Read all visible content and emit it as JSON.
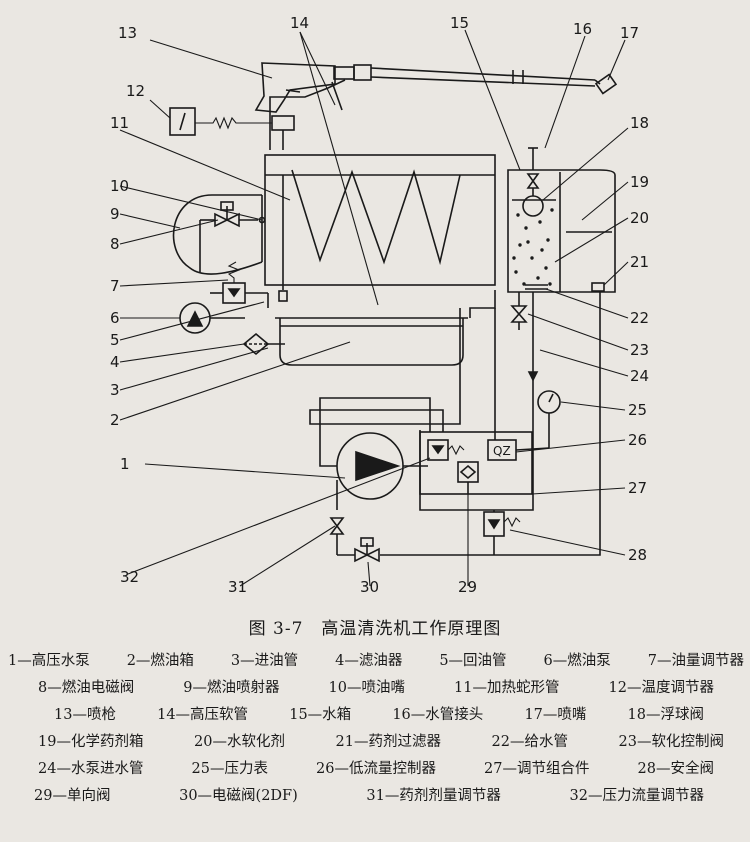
{
  "figure": {
    "number": "图 3-7",
    "title": "高温清洗机工作原理图"
  },
  "valve_labels": {
    "qz": "QZ"
  },
  "callouts": [
    {
      "id": "1"
    },
    {
      "id": "2"
    },
    {
      "id": "3"
    },
    {
      "id": "4"
    },
    {
      "id": "5"
    },
    {
      "id": "6"
    },
    {
      "id": "7"
    },
    {
      "id": "8"
    },
    {
      "id": "9"
    },
    {
      "id": "10"
    },
    {
      "id": "11"
    },
    {
      "id": "12"
    },
    {
      "id": "13"
    },
    {
      "id": "14"
    },
    {
      "id": "15"
    },
    {
      "id": "16"
    },
    {
      "id": "17"
    },
    {
      "id": "18"
    },
    {
      "id": "19"
    },
    {
      "id": "20"
    },
    {
      "id": "21"
    },
    {
      "id": "22"
    },
    {
      "id": "23"
    },
    {
      "id": "24"
    },
    {
      "id": "25"
    },
    {
      "id": "26"
    },
    {
      "id": "27"
    },
    {
      "id": "28"
    },
    {
      "id": "29"
    },
    {
      "id": "30"
    },
    {
      "id": "31"
    },
    {
      "id": "32"
    }
  ],
  "legend": [
    [
      "1—高压水泵",
      "2—燃油箱",
      "3—进油管",
      "4—滤油器",
      "5—回油管",
      "6—燃油泵",
      "7—油量调节器"
    ],
    [
      "8—燃油电磁阀",
      "9—燃油喷射器",
      "10—喷油嘴",
      "11—加热蛇形管",
      "12—温度调节器"
    ],
    [
      "13—喷枪",
      "14—高压软管",
      "15—水箱",
      "16—水管接头",
      "17—喷嘴",
      "18—浮球阀"
    ],
    [
      "19—化学药剂箱",
      "20—水软化剂",
      "21—药剂过滤器",
      "22—给水管",
      "23—软化控制阀"
    ],
    [
      "24—水泵进水管",
      "25—压力表",
      "26—低流量控制器",
      "27—调节组合件",
      "28—安全阀"
    ],
    [
      "29—单向阀",
      "30—电磁阀(2DF)",
      "31—药剂剂量调节器",
      "32—压力流量调节器"
    ]
  ]
}
